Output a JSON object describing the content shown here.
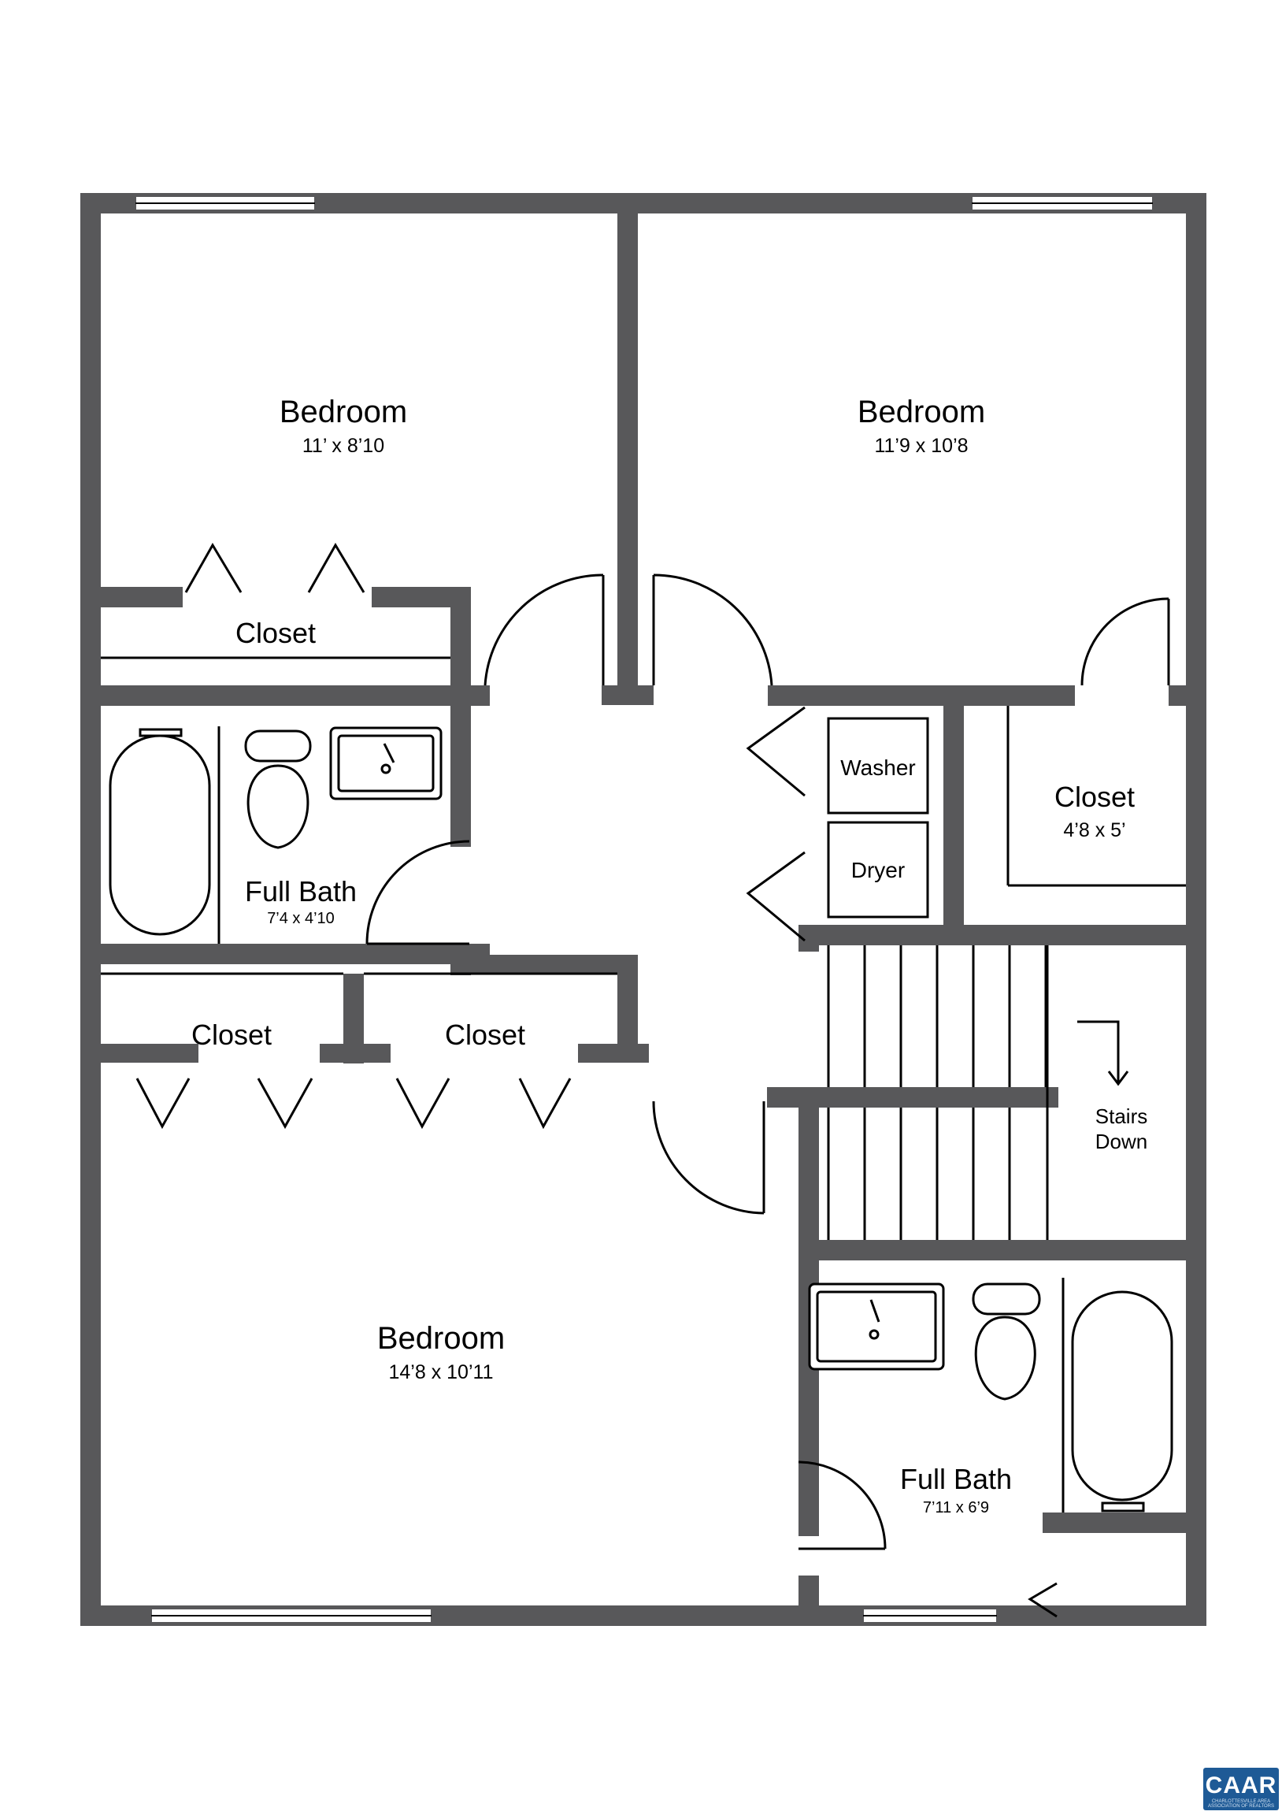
{
  "rooms": {
    "bedroom_top_left": {
      "name": "Bedroom",
      "dims": "11’ x 8’10"
    },
    "bedroom_top_right": {
      "name": "Bedroom",
      "dims": "11’9 x 10’8"
    },
    "bedroom_bottom": {
      "name": "Bedroom",
      "dims": "14’8 x 10’11"
    },
    "closet_top_left": {
      "name": "Closet"
    },
    "closet_right": {
      "name": "Closet",
      "dims": "4’8 x 5’"
    },
    "closet_mid_left": {
      "name": "Closet"
    },
    "closet_mid_right": {
      "name": "Closet"
    },
    "bath_left": {
      "name": "Full Bath",
      "dims": "7’4 x 4’10"
    },
    "bath_right": {
      "name": "Full Bath",
      "dims": "7’11 x  6’9"
    }
  },
  "appliances": {
    "washer": "Washer",
    "dryer": "Dryer"
  },
  "stairs": {
    "line1": "Stairs",
    "line2": "Down"
  },
  "logo": {
    "text": "CAAR",
    "subtext": "CHARLOTTESVILLE AREA ASSOCIATION OF REALTORS"
  },
  "colors": {
    "wall": "#58585a",
    "logo_bg": "#1e5a96"
  }
}
